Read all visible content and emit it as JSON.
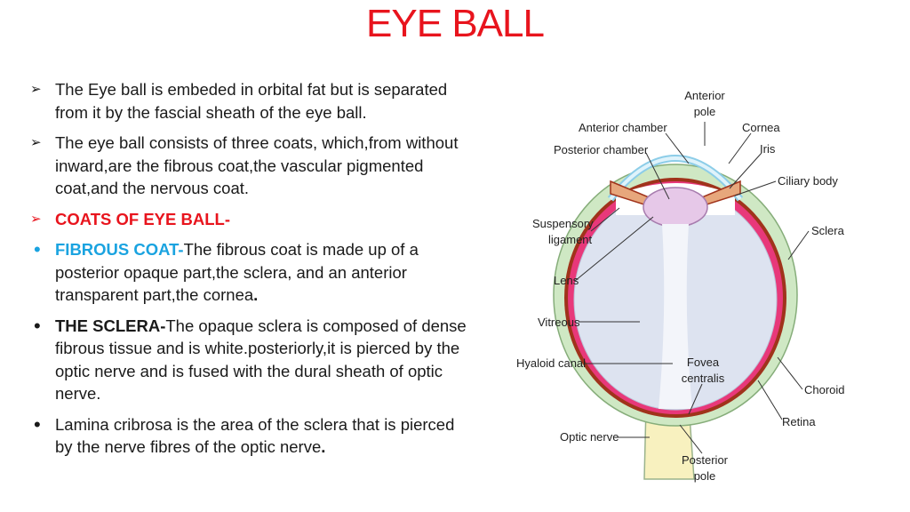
{
  "title": "EYE BALL",
  "bullets": [
    {
      "marker": "arrow",
      "text": "The Eye ball is embeded in orbital fat but is separated from it by the fascial sheath of the eye ball."
    },
    {
      "marker": "arrow",
      "text": "The eye ball consists of three coats, which,from without inward,are the fibrous coat,the vascular pigmented coat,and the nervous coat."
    },
    {
      "marker": "arrow",
      "heading": "COATS OF EYE BALL-"
    },
    {
      "marker": "dot",
      "heading": "FIBROUS COAT-",
      "text": "The fibrous coat is made up of a posterior opaque part,the sclera, and an anterior transparent part,the cornea",
      "end": "."
    },
    {
      "marker": "dot",
      "heading": "THE SCLERA-",
      "text": "The opaque sclera is composed of dense fibrous tissue and is white.posteriorly,it is pierced by the optic nerve and is fused with the dural sheath of optic nerve."
    },
    {
      "marker": "dot",
      "text": "Lamina cribrosa is the area of the sclera that is pierced by the nerve fibres of the optic nerve",
      "end": "."
    }
  ],
  "diagram": {
    "labels": {
      "anterior_pole_1": "Anterior",
      "anterior_pole_2": "pole",
      "anterior_chamber": "Anterior chamber",
      "cornea": "Cornea",
      "posterior_chamber": "Posterior chamber",
      "iris": "Iris",
      "ciliary_body": "Ciliary body",
      "suspensory_1": "Suspensory",
      "suspensory_2": "ligament",
      "sclera": "Sclera",
      "lens": "Lens",
      "vitreous": "Vitreous",
      "hyaloid_canal": "Hyaloid canal",
      "fovea_1": "Fovea",
      "fovea_2": "centralis",
      "choroid": "Choroid",
      "retina": "Retina",
      "optic_nerve": "Optic nerve",
      "posterior_pole_1": "Posterior",
      "posterior_pole_2": "pole"
    },
    "colors": {
      "sclera": "#cfe8c4",
      "choroid": "#a0331b",
      "retina": "#e8387a",
      "vitreous": "#dde3f0",
      "cornea": "#b7e3f5",
      "lens": "#e6c8e8",
      "ciliary": "#e7a77c",
      "optic_nerve": "#f8f1bf"
    }
  }
}
